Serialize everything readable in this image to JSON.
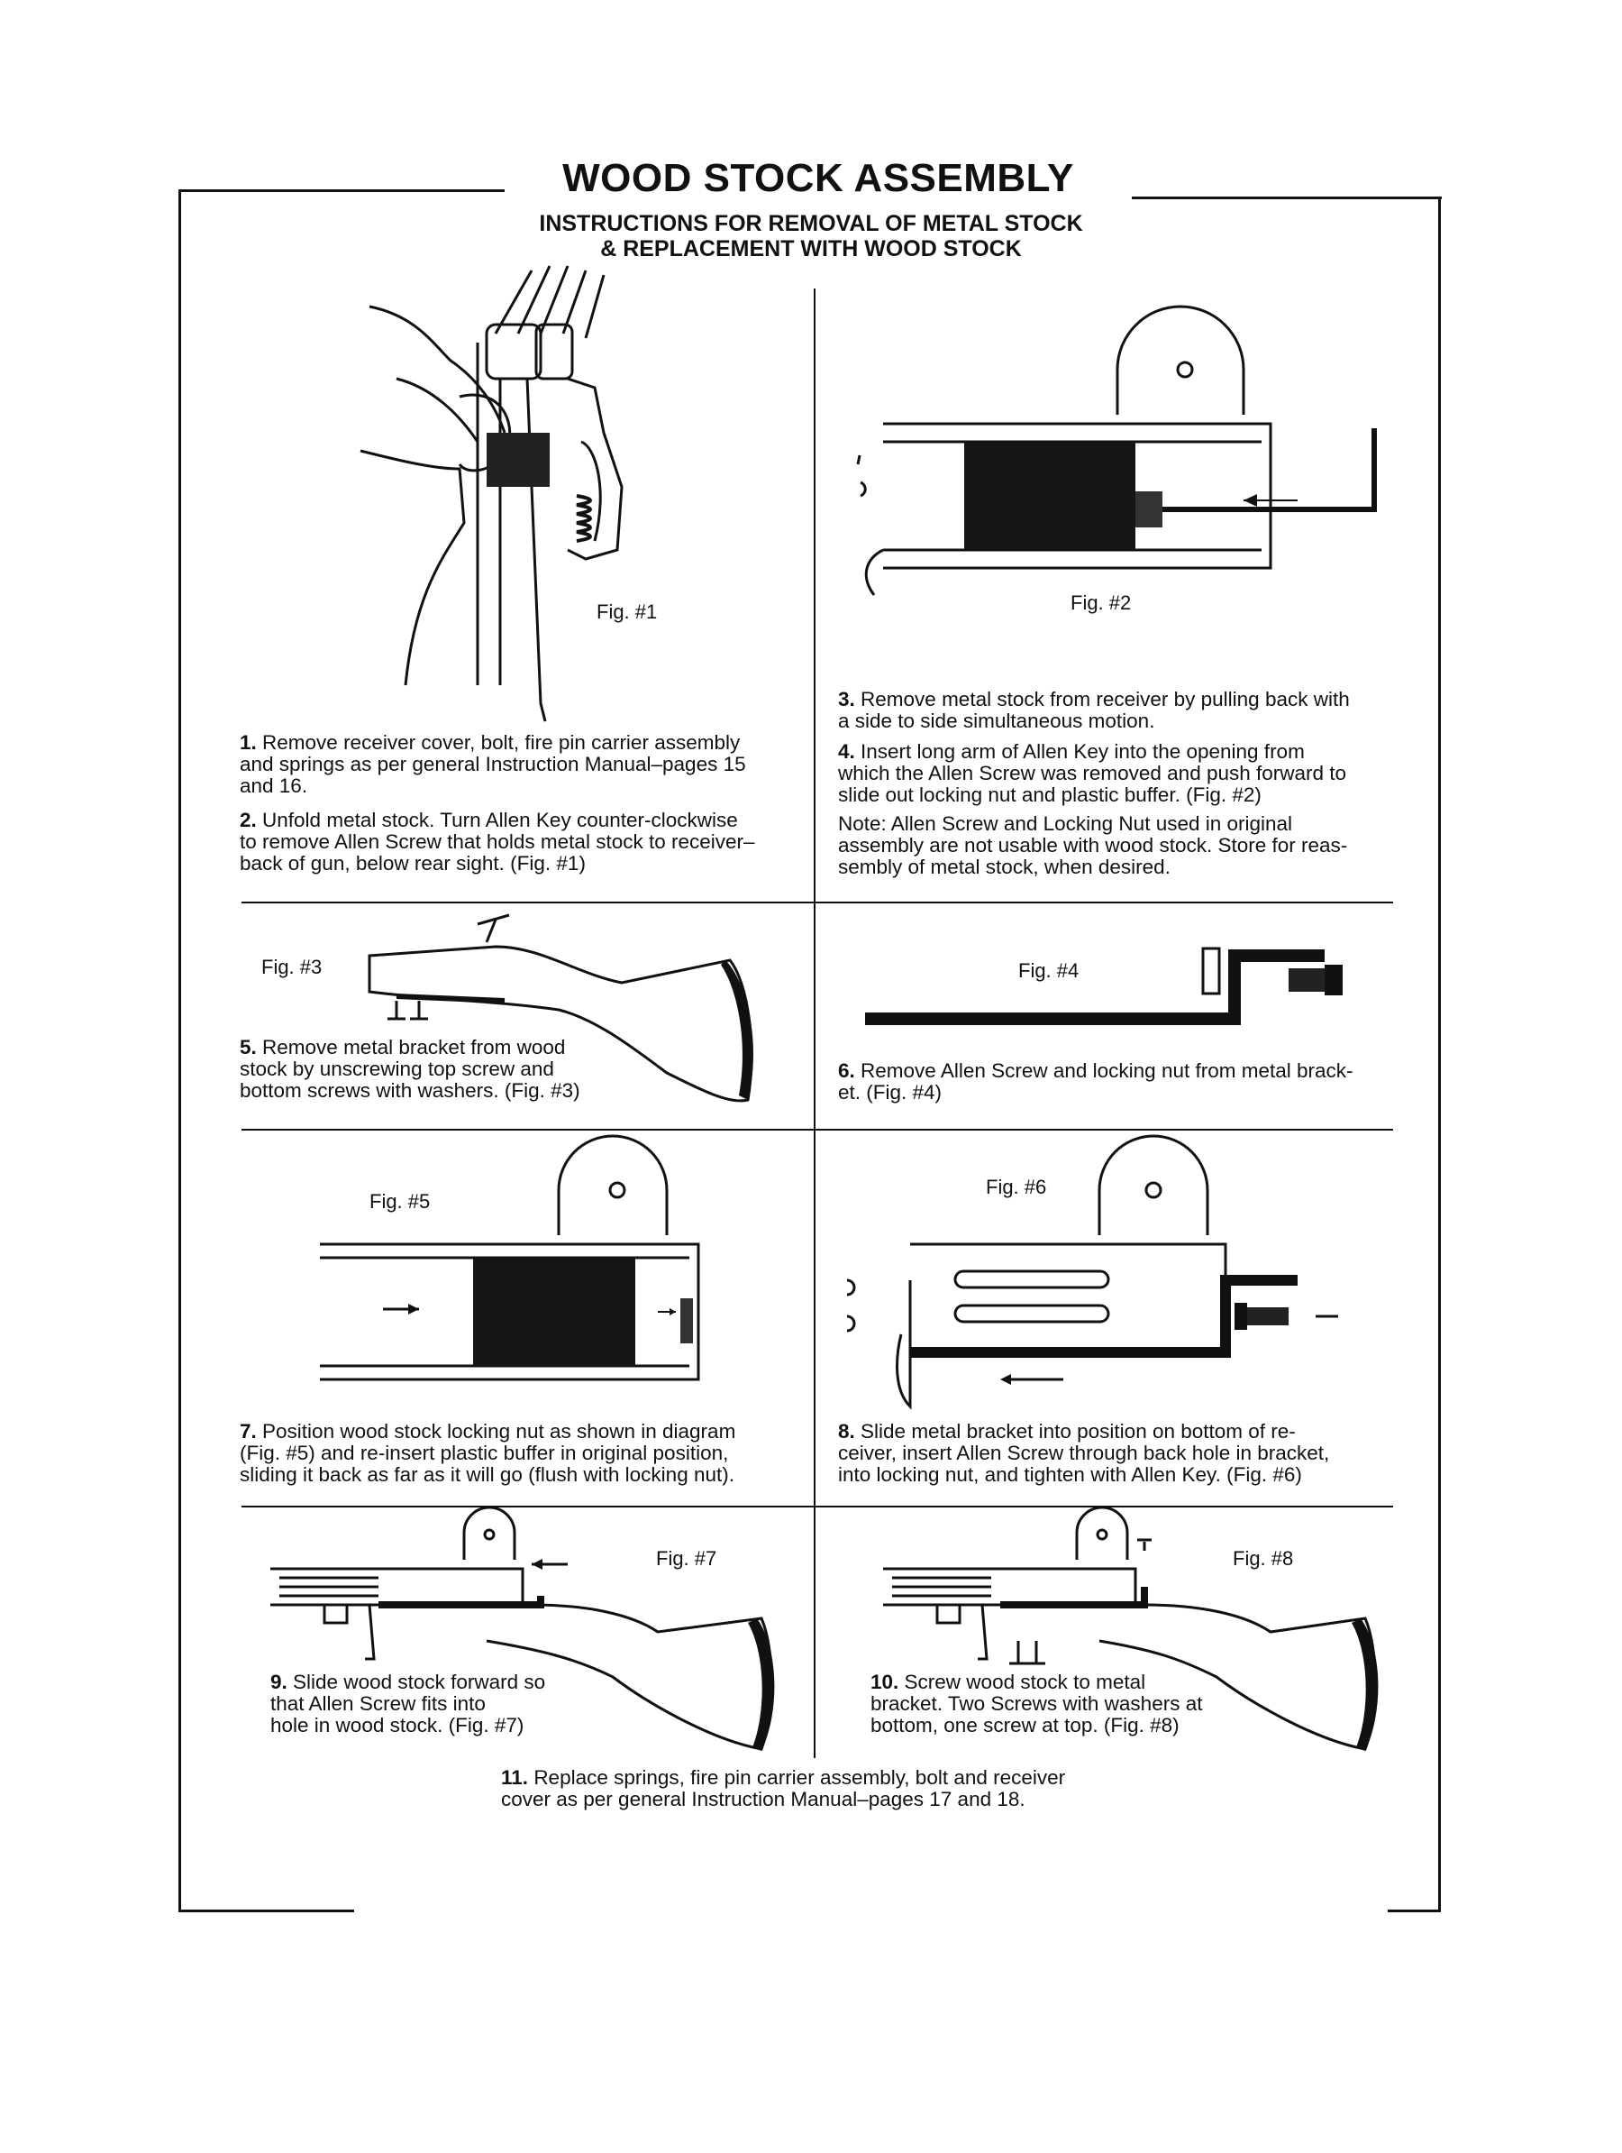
{
  "title": "WOOD STOCK ASSEMBLY",
  "subtitle_line1": "INSTRUCTIONS FOR REMOVAL OF METAL STOCK",
  "subtitle_line2": "& REPLACEMENT WITH WOOD STOCK",
  "figures": {
    "fig1": "Fig. #1",
    "fig2": "Fig. #2",
    "fig3": "Fig. #3",
    "fig4": "Fig. #4",
    "fig5": "Fig. #5",
    "fig6": "Fig. #6",
    "fig7": "Fig. #7",
    "fig8": "Fig. #8"
  },
  "steps": {
    "s1": {
      "num": "1.",
      "l1": "Remove receiver cover, bolt, fire pin carrier assembly",
      "l2": "and springs as per general Instruction Manual–pages 15",
      "l3": "and 16."
    },
    "s2": {
      "num": "2.",
      "l1": "Unfold metal stock. Turn Allen Key counter-clockwise",
      "l2": "to remove Allen Screw that holds metal stock to receiver–",
      "l3": "back of gun, below rear sight. (Fig. #1)"
    },
    "s3": {
      "num": "3.",
      "l1": "Remove metal stock from receiver by pulling back with",
      "l2": "a side to side simultaneous motion."
    },
    "s4": {
      "num": "4.",
      "l1": "Insert long arm of Allen Key into the opening from",
      "l2": "which the Allen Screw was removed and push forward to",
      "l3": "slide out locking nut and plastic buffer. (Fig. #2)"
    },
    "note": {
      "l1": "Note: Allen Screw and Locking Nut used in original",
      "l2": "assembly are not usable with wood stock. Store for reas-",
      "l3": "sembly of metal stock, when desired."
    },
    "s5": {
      "num": "5.",
      "l1": "Remove metal bracket from wood",
      "l2": "stock by unscrewing top screw and",
      "l3": "bottom screws with washers. (Fig. #3)"
    },
    "s6": {
      "num": "6.",
      "l1": "Remove Allen Screw and locking nut from metal brack-",
      "l2": "et. (Fig. #4)"
    },
    "s7": {
      "num": "7.",
      "l1": "Position wood stock locking nut as shown in diagram",
      "l2": "(Fig. #5) and re-insert plastic buffer in original position,",
      "l3": "sliding it back as far as it will go (flush with locking nut)."
    },
    "s8": {
      "num": "8.",
      "l1": "Slide metal bracket into position on bottom of re-",
      "l2": "ceiver, insert Allen Screw through back hole in bracket,",
      "l3": "into locking nut, and tighten with Allen Key. (Fig. #6)"
    },
    "s9": {
      "num": "9.",
      "l1": "Slide wood stock forward so",
      "l2": "that Allen Screw fits into",
      "l3": "hole in wood stock. (Fig. #7)"
    },
    "s10": {
      "num": "10.",
      "l1": "Screw wood stock to metal",
      "l2": "bracket. Two Screws with washers at",
      "l3": "bottom, one screw at top. (Fig. #8)"
    },
    "s11": {
      "num": "11.",
      "l1": "Replace springs, fire pin carrier assembly, bolt and receiver",
      "l2": "cover as per general Instruction Manual–pages 17 and 18."
    }
  }
}
